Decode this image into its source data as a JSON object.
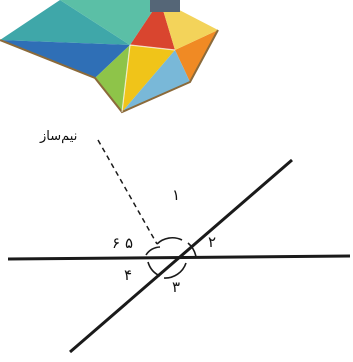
{
  "diagram": {
    "label_bisector": "نیم‌ساز",
    "angle_1": "۱",
    "angle_2": "۲",
    "angle_3": "۳",
    "angle_4": "۴",
    "angle_5": "۵",
    "angle_6": "۶"
  },
  "colors": {
    "line": "#1a1a1a",
    "kite_teal": "#3fa7a9",
    "kite_yellow": "#f0c419",
    "kite_orange": "#f08a24",
    "kite_blue": "#2f6fb6",
    "kite_green": "#8ec449",
    "kite_red": "#d9452f"
  }
}
